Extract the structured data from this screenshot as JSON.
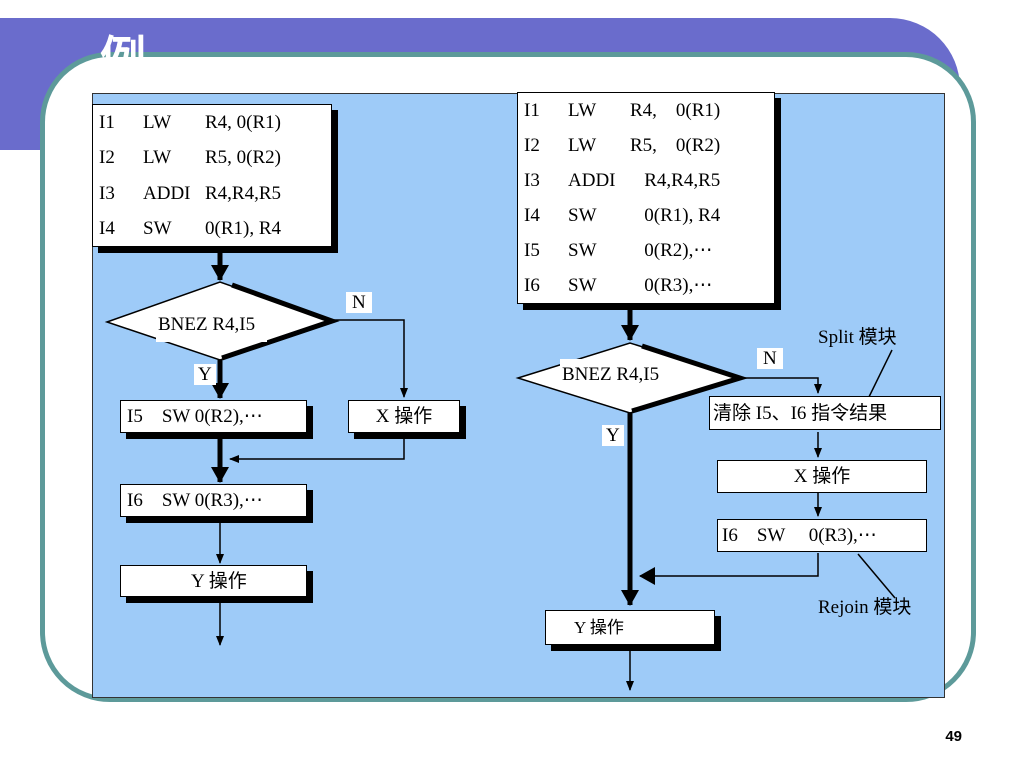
{
  "title": "例",
  "page_number": "49",
  "left": {
    "code": [
      [
        "I1",
        "LW",
        "R4, 0(R1)"
      ],
      [
        "I2",
        "LW",
        "R5, 0(R2)"
      ],
      [
        "I3",
        "ADDI",
        "R4,R4,R5"
      ],
      [
        "I4",
        "SW",
        "0(R1), R4"
      ]
    ],
    "branch": "BNEZ R4,I5",
    "n_label": "N",
    "y_label": "Y",
    "i5": "I5    SW 0(R2),⋯",
    "x_op": "X 操作",
    "i6": "I6    SW 0(R3),⋯",
    "y_op": "Y 操作"
  },
  "right": {
    "code": [
      [
        "I1",
        "LW",
        "R4,    0(R1)"
      ],
      [
        "I2",
        "LW",
        "R5,    0(R2)"
      ],
      [
        "I3",
        "ADDI",
        "   R4,R4,R5"
      ],
      [
        "I4",
        "SW",
        "   0(R1), R4"
      ],
      [
        "I5",
        "SW",
        "   0(R2),⋯"
      ],
      [
        "I6",
        "SW",
        "   0(R3),⋯"
      ]
    ],
    "branch": "BNEZ R4,I5",
    "n_label": "N",
    "y_label": "Y",
    "clear": "清除 I5、I6 指令结果",
    "x_op": "X 操作",
    "i6": "I6    SW     0(R3),⋯",
    "y_op": "Y 操作",
    "split": "Split 模块",
    "rejoin": "Rejoin 模块"
  }
}
